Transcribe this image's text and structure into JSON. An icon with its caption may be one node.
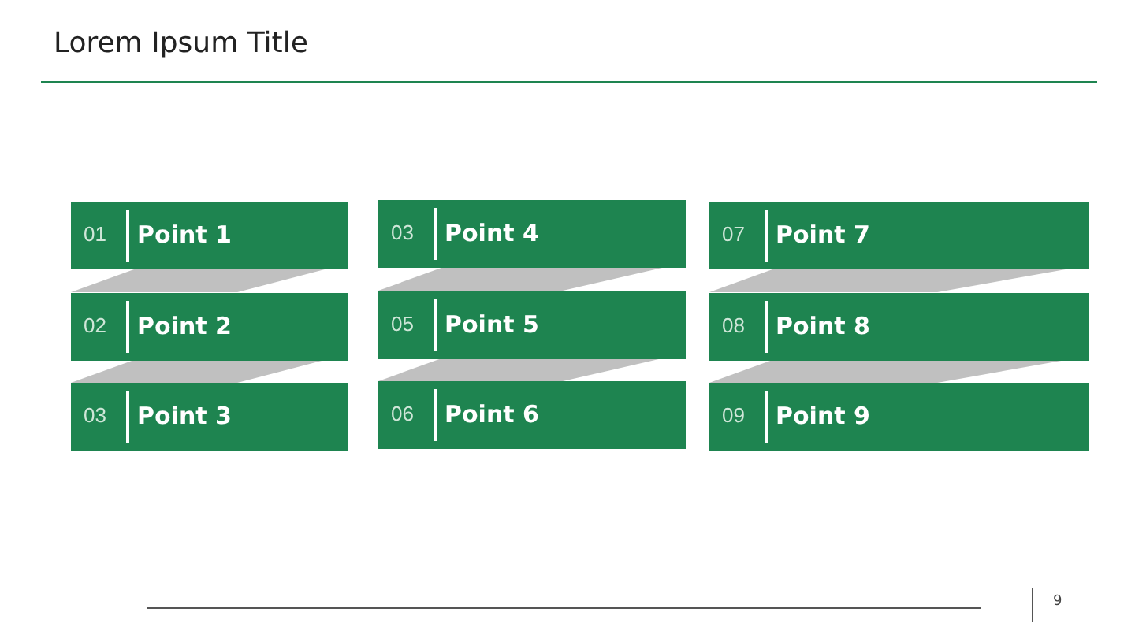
{
  "diagram": {
    "title": "Lorem Ipsum Title",
    "nodes": [
      {
        "text": [
          "01",
          "Point 1"
        ]
      },
      {
        "text": [
          "02",
          "Point 2"
        ]
      },
      {
        "text": [
          "03",
          "Point 3"
        ]
      },
      {
        "text": [
          "03",
          "Point 4"
        ]
      },
      {
        "text": [
          "05",
          "Point 5"
        ]
      },
      {
        "text": [
          "06",
          "Point 6"
        ]
      },
      {
        "text": [
          "07",
          "Point 7"
        ]
      },
      {
        "text": [
          "08",
          "Point 8"
        ]
      },
      {
        "text": [
          "09",
          "Point 9"
        ]
      }
    ],
    "labels": [
      "9"
    ]
  }
}
